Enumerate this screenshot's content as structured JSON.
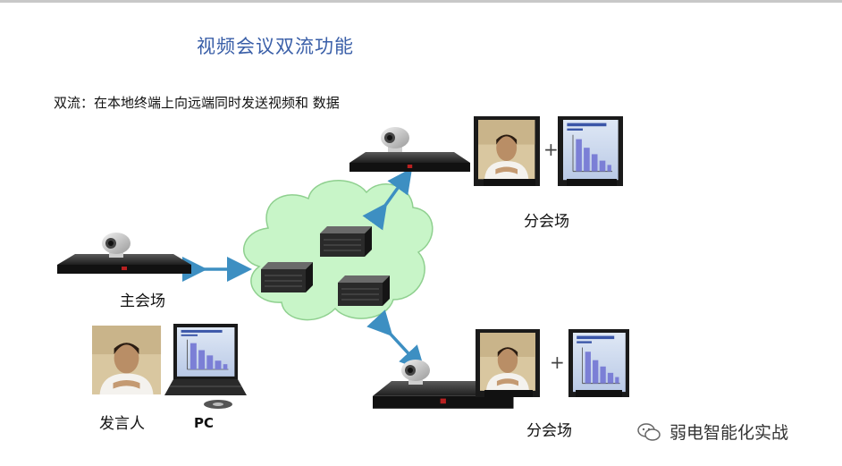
{
  "title": "视频会议双流功能",
  "subtitle": "双流：在本地终端上向远端同时发送视频和 数据",
  "labels": {
    "main_site": "主会场",
    "branch_site_top": "分会场",
    "branch_site_bottom": "分会场",
    "speaker": "发言人",
    "pc": "PC"
  },
  "plus_sign": "+",
  "watermark": "弱电智能化实战",
  "colors": {
    "title": "#3a5fa8",
    "cloud": "#c8f5c8",
    "arrow": "#3d8fc2"
  }
}
